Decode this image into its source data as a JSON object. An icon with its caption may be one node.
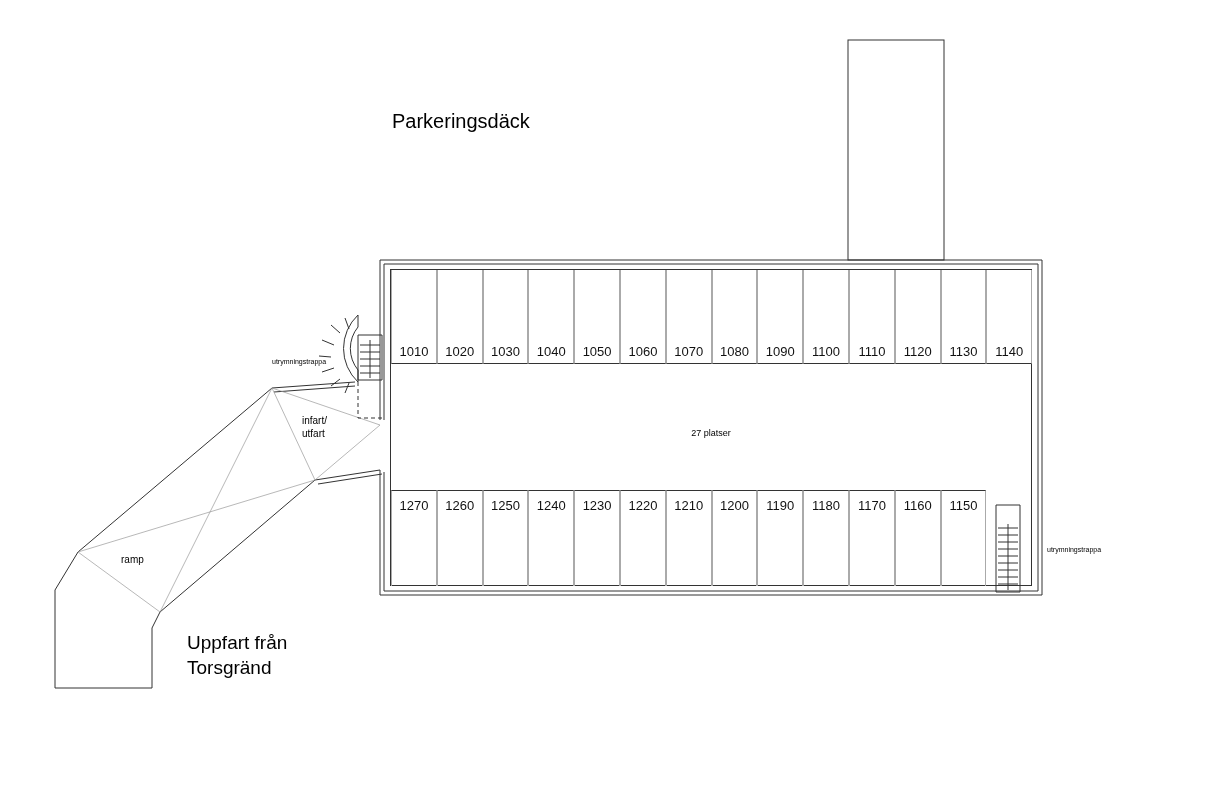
{
  "diagram": {
    "title": "Parkeringsdäck",
    "nodes": [
      {
        "text": [
          "27 platser"
        ]
      },
      {
        "text": [
          "1010"
        ],
        "in": 0
      },
      {
        "text": [
          "1020"
        ],
        "in": 0
      },
      {
        "text": [
          "1030"
        ],
        "in": 0
      },
      {
        "text": [
          "1040"
        ],
        "in": 0
      },
      {
        "text": [
          "1050"
        ],
        "in": 0
      },
      {
        "text": [
          "1060"
        ],
        "in": 0
      },
      {
        "text": [
          "1070"
        ],
        "in": 0
      },
      {
        "text": [
          "1080"
        ],
        "in": 0
      },
      {
        "text": [
          "1090"
        ],
        "in": 0
      },
      {
        "text": [
          "1100"
        ],
        "in": 0
      },
      {
        "text": [
          "1110"
        ],
        "in": 0
      },
      {
        "text": [
          "1120"
        ],
        "in": 0
      },
      {
        "text": [
          "1130"
        ],
        "in": 0
      },
      {
        "text": [
          "1140"
        ],
        "in": 0
      },
      {
        "text": [
          "1270"
        ],
        "in": 0
      },
      {
        "text": [
          "1260"
        ],
        "in": 0
      },
      {
        "text": [
          "1250"
        ],
        "in": 0
      },
      {
        "text": [
          "1240"
        ],
        "in": 0
      },
      {
        "text": [
          "1230"
        ],
        "in": 0
      },
      {
        "text": [
          "1220"
        ],
        "in": 0
      },
      {
        "text": [
          "1210"
        ],
        "in": 0
      },
      {
        "text": [
          "1200"
        ],
        "in": 0
      },
      {
        "text": [
          "1190"
        ],
        "in": 0
      },
      {
        "text": [
          "1180"
        ],
        "in": 0
      },
      {
        "text": [
          "1170"
        ],
        "in": 0
      },
      {
        "text": [
          "1160"
        ],
        "in": 0
      },
      {
        "text": [
          "1150"
        ],
        "in": 0
      }
    ],
    "labels": [
      "utrymningstrappa",
      "utrymningstrappa",
      "infart/ utfart",
      "ramp",
      "Uppfart från Torsgränd"
    ]
  }
}
